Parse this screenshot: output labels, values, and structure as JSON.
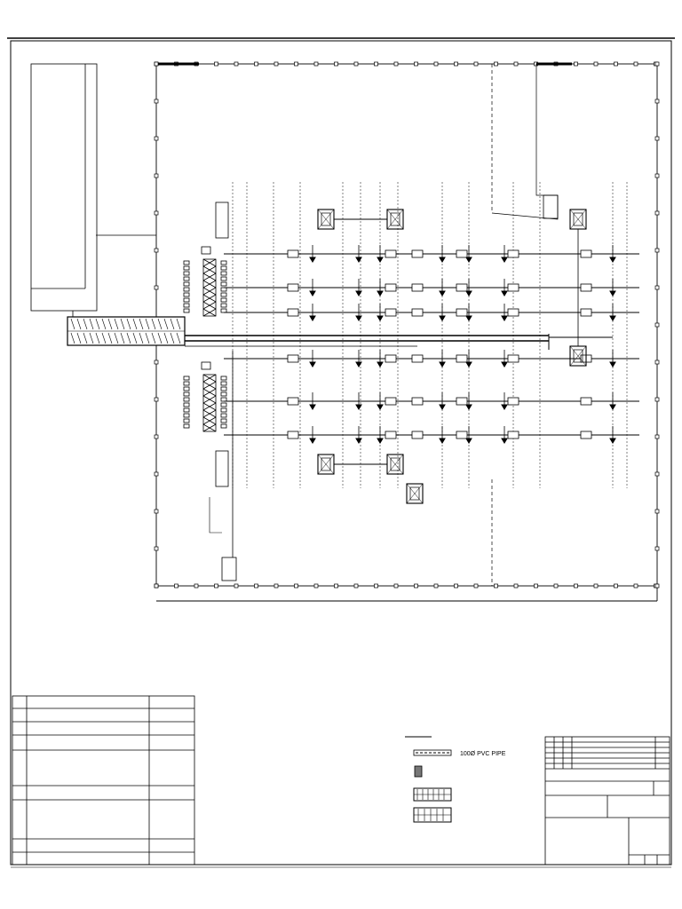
{
  "legend": {
    "items": [
      {
        "icon": "dashed-pipe-symbol",
        "label": "100Ø PVC PIPE"
      },
      {
        "icon": "hatched-box-symbol",
        "label": ""
      },
      {
        "icon": "pipe-band-symbol",
        "label": ""
      },
      {
        "icon": "pipe-band-symbol-alt",
        "label": ""
      }
    ]
  },
  "colors": {
    "ink": "#000000",
    "paper": "#ffffff"
  }
}
